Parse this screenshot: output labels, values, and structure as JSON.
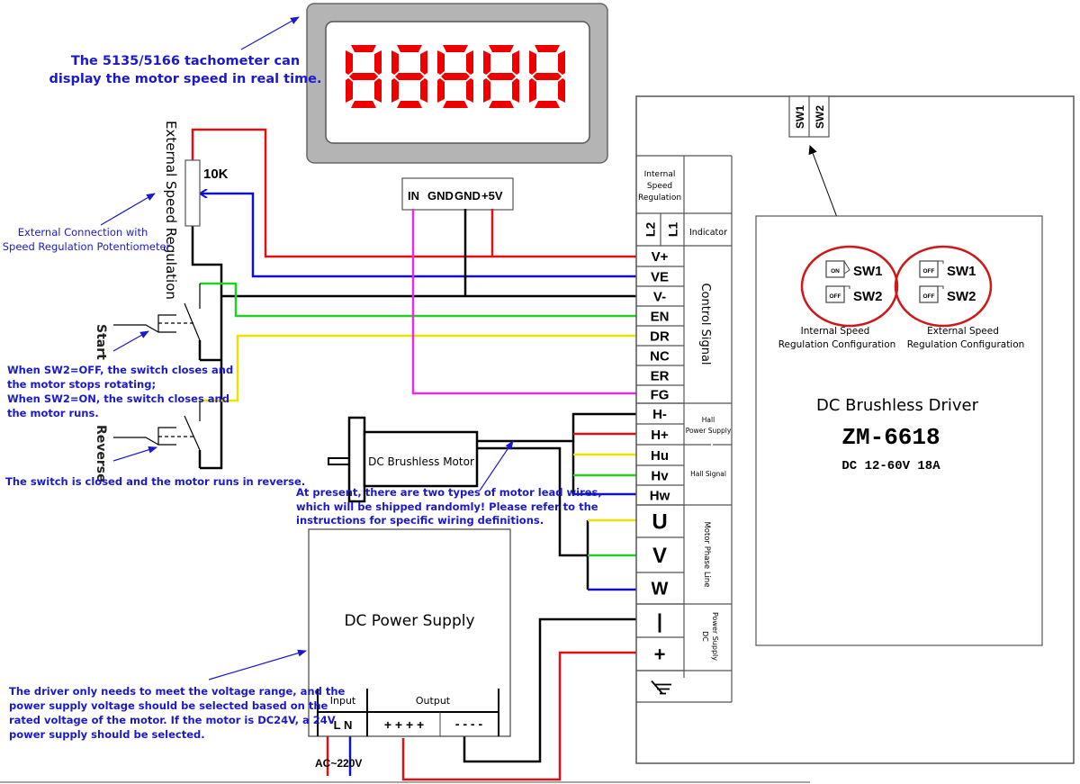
{
  "tachometer": {
    "display_digits": "88888",
    "annotation": [
      "The 5135/5166 tachometer can",
      "display the motor speed in real time."
    ],
    "terminals": [
      "IN",
      "GND",
      "GND",
      "+5V"
    ]
  },
  "potentiometer": {
    "value_label": "10K",
    "side_label": "External Speed Regulation",
    "annotation": [
      "External Connection with",
      "Speed Regulation Potentiometer"
    ]
  },
  "switches": {
    "start_label": "Start",
    "reverse_label": "Reverse",
    "start_note": [
      "When SW2=OFF, the switch closes and",
      "the motor stops rotating;",
      "When SW2=ON, the switch closes and",
      "the motor runs."
    ],
    "reverse_note": "The switch is closed and the motor runs in reverse."
  },
  "motor": {
    "label": "DC Brushless Motor",
    "note": [
      "At present, there are two types of motor lead wires,",
      "which will be shipped randomly! Please refer to the",
      "instructions for specific wiring definitions."
    ]
  },
  "power_supply": {
    "title": "DC Power Supply",
    "input_label": "Input",
    "output_label": "Output",
    "input_terminals": "L N",
    "output_plus": "+ + + +",
    "output_minus": "- - - -",
    "ac_label": "AC~220V",
    "note": [
      "The driver only needs to meet the voltage range, and the",
      "power supply voltage should be selected based on the",
      "rated voltage of the motor. If the motor is DC24V, a 24V",
      "power supply should be selected."
    ]
  },
  "driver": {
    "title": "DC Brushless Driver",
    "model": "ZM-6618",
    "rating": "DC 12-60V 18A",
    "dip_switches": [
      "SW1",
      "SW2"
    ],
    "internal_speed_label": [
      "Internal",
      "Speed",
      "Regulation"
    ],
    "indicator_label": "Indicator",
    "indicators": [
      "L2",
      "L1"
    ],
    "groups": {
      "control": "Control Signal",
      "hall_power": [
        "Hall",
        "Power Supply"
      ],
      "hall_signal": "Hall Signal",
      "motor_phase": "Motor Phase Line",
      "power_dc": [
        "Power Supply",
        "DC"
      ]
    },
    "terminals": [
      "V+",
      "VE",
      "V-",
      "EN",
      "DR",
      "NC",
      "ER",
      "FG",
      "H-",
      "H+",
      "Hu",
      "Hv",
      "Hw",
      "U",
      "V",
      "W",
      "-",
      "+",
      "earth"
    ],
    "configs": [
      {
        "title": [
          "Internal Speed",
          "Regulation Configuration"
        ],
        "sw1": "ON",
        "sw2": "OFF"
      },
      {
        "title": [
          "External Speed",
          "Regulation Configuration"
        ],
        "sw1": "OFF",
        "sw2": "OFF"
      }
    ]
  },
  "colors": {
    "red": "#e01010",
    "blue": "#1010c8",
    "black": "#000000",
    "green": "#22d022",
    "yellow": "#f0e000",
    "magenta": "#e030e0",
    "annotation": "#1a1acc",
    "tacho_frame": "#b4b4b4",
    "segment": "#ee0000"
  }
}
